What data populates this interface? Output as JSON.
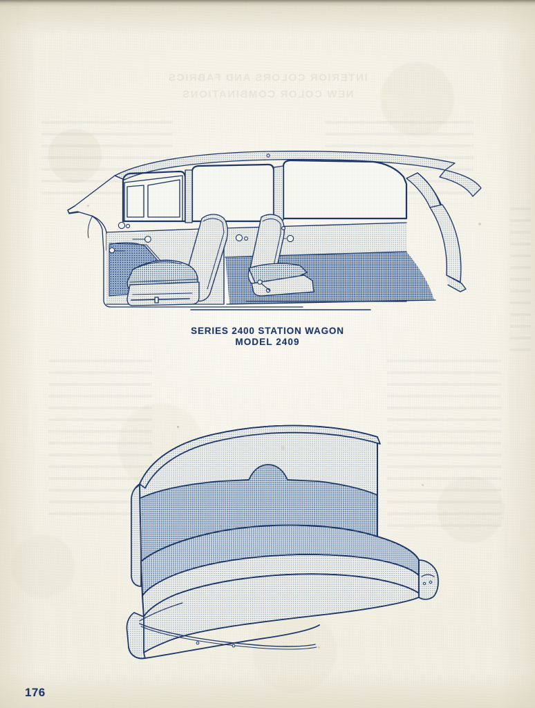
{
  "document": {
    "page_number": "176",
    "paper_color": "#f6f4ec",
    "ink_color": "#1d3668",
    "halftone_light": "#ccd9e7",
    "halftone_mid": "#9fb6d0",
    "halftone_dark": "#7088ab"
  },
  "showthrough": {
    "line1": "INTERIOR COLORS AND FABRICS",
    "line2": "NEW COLOR COMBINATIONS"
  },
  "figures": [
    {
      "id": "station-wagon-interior",
      "type": "cutaway-side-elevation",
      "subject": "Station wagon interior side cutaway view",
      "caption_line1": "SERIES 2400 STATION WAGON",
      "caption_line2": "MODEL 2409",
      "details": [
        "front door trim panel with textured insert",
        "window regulator crank",
        "inside door handle",
        "front bucket/split seat with folding back",
        "center pillar",
        "rear quarter trim panel",
        "folding second-row seat back",
        "rear cargo floor",
        "tailgate C-pillar"
      ]
    },
    {
      "id": "rear-bench-seat",
      "type": "three-quarter-perspective",
      "subject": "Two-tone rear bench seat assembly",
      "caption_line1": "",
      "caption_line2": "",
      "details": [
        "scalloped two-tone seat back",
        "bolstered seat cushion",
        "chrome front trim molding",
        "side latch bracket"
      ]
    }
  ]
}
